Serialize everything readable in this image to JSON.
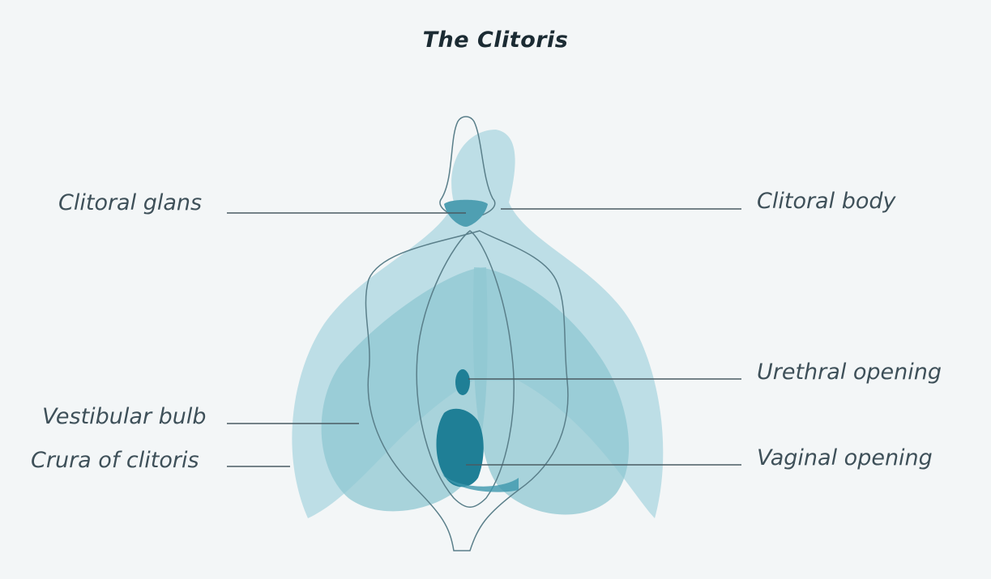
{
  "title": "The Clitoris",
  "labels": {
    "clitoral_glans": "Clitoral glans",
    "clitoral_body": "Clitoral body",
    "urethral_opening": "Urethral opening",
    "vestibular_bulb": "Vestibular bulb",
    "vaginal_opening": "Vaginal opening",
    "crura_of_clitoris": "Crura of clitoris"
  },
  "colors": {
    "background": "#f3f6f7",
    "tissue_light": "#b7dce3",
    "tissue_mid": "#8fc7d2",
    "tissue_dark": "#5fb0c0",
    "opening": "#1f7f96",
    "opening_dark": "#0f6b82",
    "outline": "#5a7f8a",
    "leader_line": "#4a5c63",
    "text": "#3e5059"
  }
}
